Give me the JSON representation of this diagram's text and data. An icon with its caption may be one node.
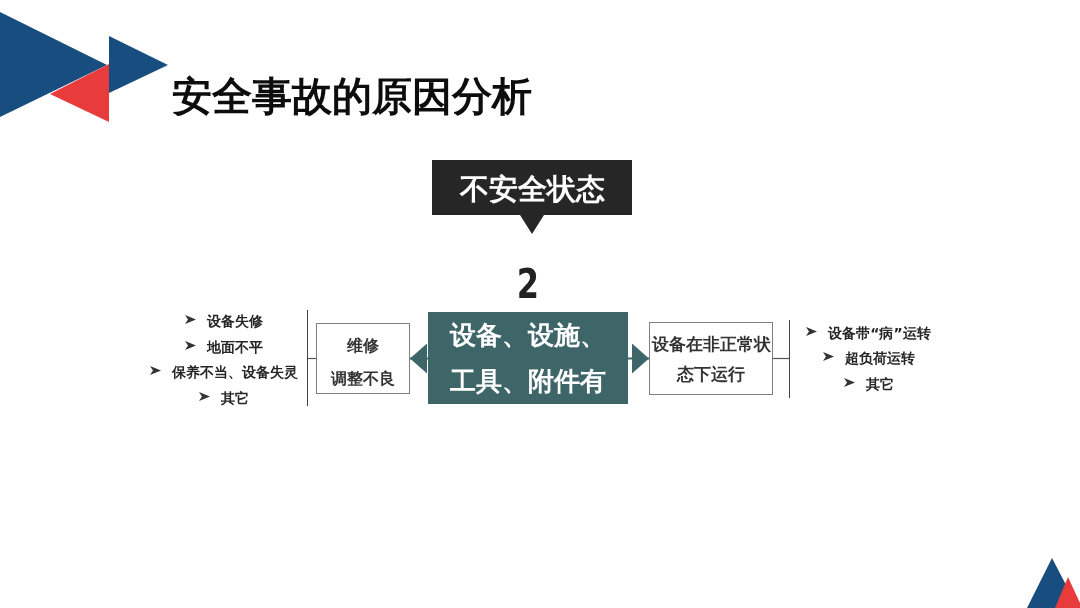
{
  "diagram": {
    "title": "安全事故的原因分析",
    "nodes": [
      {
        "text": [
          "不安全状态"
        ]
      },
      {
        "text": [
          "设备失修",
          "地面不平",
          "保养不当、设备失灵",
          "其它"
        ]
      },
      {
        "text": [
          "维修",
          "调整不良"
        ]
      },
      {
        "text": [
          "设备、设施、工具、附件有"
        ],
        "beside": [
          "2"
        ]
      },
      {
        "text": [
          "设备在非正常状态下运行"
        ]
      },
      {
        "text": [
          "设备带“病”运转",
          "超负荷运转",
          "其它"
        ]
      }
    ],
    "edges": [
      {
        "from": 2,
        "to": 1,
        "arrow": "none"
      },
      {
        "from": 3,
        "to": 2,
        "arrow": "to",
        "color": "#3e6568"
      },
      {
        "from": 3,
        "to": 4,
        "arrow": "to",
        "color": "#3e6568"
      },
      {
        "from": 4,
        "to": 5,
        "arrow": "none"
      }
    ]
  }
}
